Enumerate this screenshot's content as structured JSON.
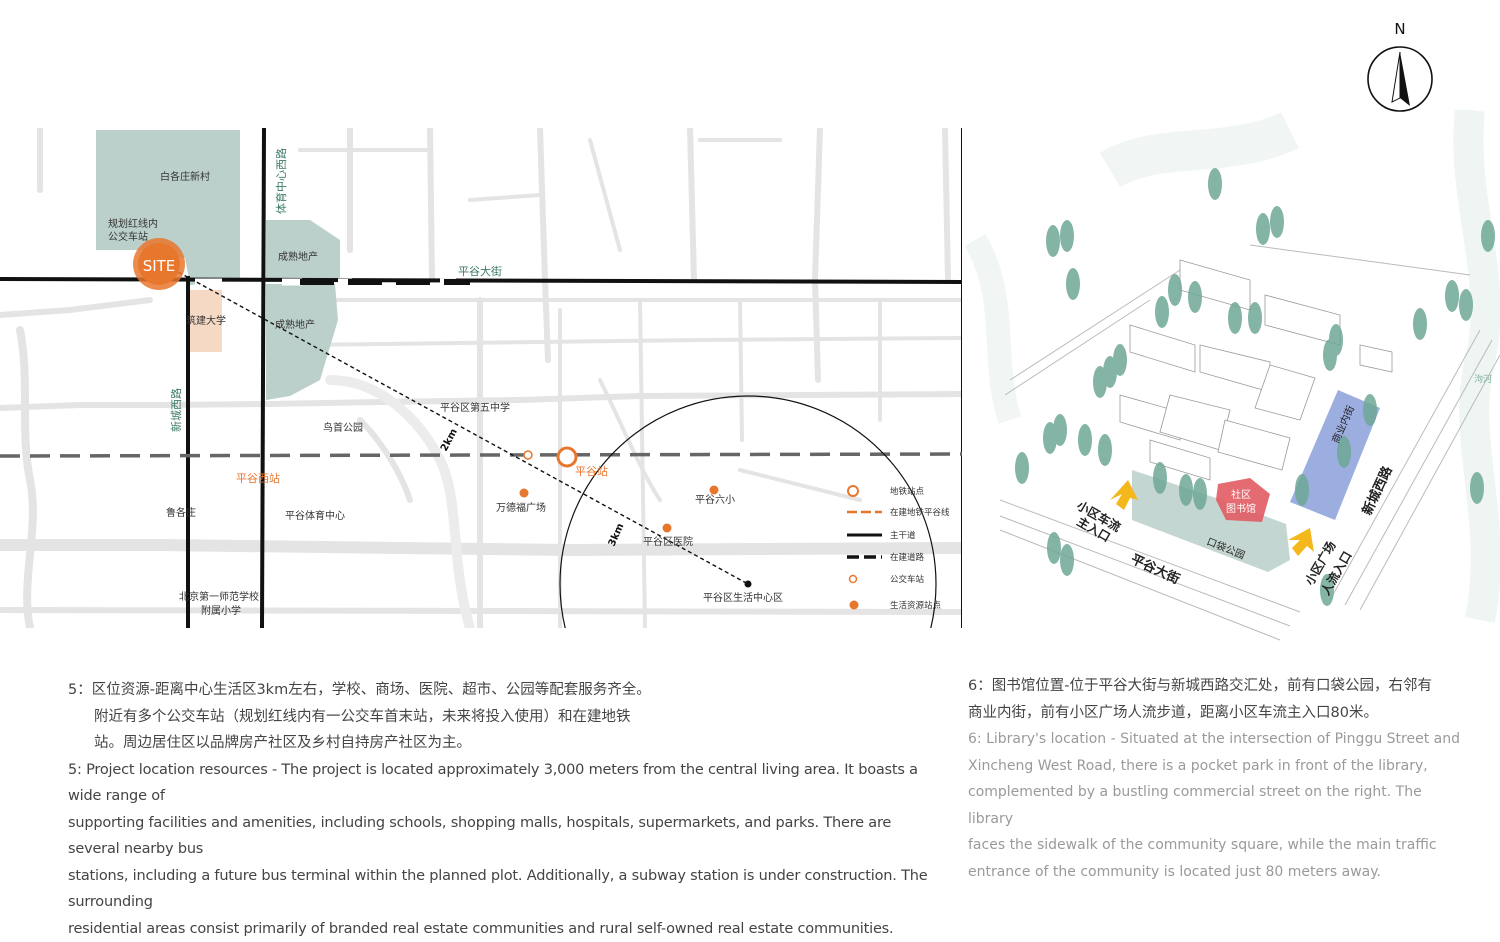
{
  "map": {
    "north_label": "N",
    "site_label": "SITE",
    "place_labels": {
      "baigezhuang": "白各庄新村",
      "planned_bus_terminal_1": "规划红线内",
      "planned_bus_terminal_2": "公交车站",
      "chengshu_1": "成熟地产",
      "chengshu_2": "成熟地产",
      "university": "筑建大学",
      "xincheng_xilu": "新城西路",
      "tiyu_zhongxin_xilu": "体育中心西路",
      "pinggu_dajie": "平谷大街",
      "pinggu_no5_school": "平谷区第五中学",
      "niaoshou_park": "鸟首公园",
      "pinggu_west_station": "平谷西站",
      "pinggu_station": "平谷站",
      "luzhuang": "鲁各庄",
      "sports_center": "平谷体育中心",
      "wandefu_plaza": "万德福广场",
      "pinggu_no6_school": "平谷六小",
      "pinggu_hospital": "平谷区医院",
      "beijing_school_1": "北京第一师范学校",
      "beijing_school_2": "附属小学",
      "living_center": "平谷区生活中心区",
      "dist_2km": "2km",
      "dist_3km": "3km"
    },
    "legend": [
      {
        "label": "地铁站点",
        "symbol": "station"
      },
      {
        "label": "在建地铁平谷线",
        "symbol": "metro-line"
      },
      {
        "label": "主干道",
        "symbol": "main-road"
      },
      {
        "label": "在建道路",
        "symbol": "road-under-construction"
      },
      {
        "label": "公交车站",
        "symbol": "bus-stop"
      },
      {
        "label": "生活资源站点",
        "symbol": "resource-point"
      }
    ]
  },
  "site_plan": {
    "labels": {
      "community_library_1": "社区",
      "community_library_2": "图书馆",
      "pocket_park": "口袋公园",
      "commercial_street": "商业内街",
      "pinggu_dajie": "平谷大街",
      "xincheng_xilu": "新城西路",
      "car_entry_1": "小区车流",
      "car_entry_2": "主入口",
      "plaza_entry_1": "小区广场",
      "plaza_entry_2": "人流入口",
      "river": "泃河"
    }
  },
  "captions": {
    "left": {
      "cn_line1": "5：区位资源-距离中心生活区3km左右，学校、商场、医院、超市、公园等配套服务齐全。",
      "cn_line2": "附近有多个公交车站（规划红线内有一公交车首末站，未来将投入使用）和在建地铁",
      "cn_line3": "站。周边居住区以品牌房产社区及乡村自持房产社区为主。",
      "en_line1": "5: Project location resources - The project is located approximately 3,000 meters from the central living area. It boasts a wide range of",
      "en_line2": "supporting facilities and amenities, including schools, shopping malls, hospitals, supermarkets, and parks. There are several nearby bus",
      "en_line3": "stations, including a future bus terminal within the planned plot. Additionally, a subway station is under construction. The surrounding",
      "en_line4": "residential areas consist primarily of branded real estate communities and rural self-owned real estate communities."
    },
    "right": {
      "cn_line1": "6：图书馆位置-位于平谷大街与新城西路交汇处，前有口袋公园，右邻有",
      "cn_line2": "商业内街，前有小区广场人流步道，距离小区车流主入口80米。",
      "en_line1": "6: Library's location - Situated at the intersection of Pinggu Street and",
      "en_line2": "Xincheng West Road, there is a pocket park in front of the library,",
      "en_line3": "complemented by a bustling commercial street on the right. The library",
      "en_line4": "faces the sidewalk of the community square, while the main traffic",
      "en_line5": "entrance of the community is located just 80 meters away."
    }
  },
  "colors": {
    "accent_orange": "#e8772e",
    "residential_green": "#bcd0cb",
    "road_gray": "#e2e2e2",
    "tree_green": "#6fa896",
    "library_red": "#e25b63",
    "commercial_blue": "#7b93d6",
    "arrow_yellow": "#f4b81c"
  }
}
